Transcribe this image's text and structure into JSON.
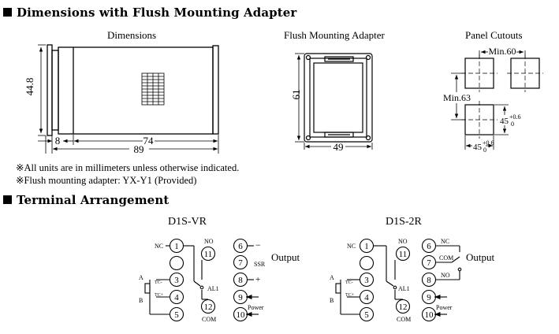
{
  "section1": {
    "title": "Dimensions with Flush Mounting Adapter"
  },
  "captions": {
    "dimensions": "Dimensions",
    "adapter": "Flush Mounting Adapter",
    "cutouts": "Panel Cutouts"
  },
  "dims": {
    "height": "44.8",
    "front": "8",
    "body": "74",
    "total": "89",
    "adapter_h": "61",
    "adapter_w": "49",
    "min_h": "Min.60",
    "min_v": "Min.63",
    "cut_v": "45",
    "cut_v_tol": "+0.6",
    "cut_v_tol0": "0",
    "cut_h": "45",
    "cut_h_tol": "+0.6",
    "cut_h_tol0": "0"
  },
  "notes": {
    "units": "※All units are in millimeters unless otherwise indicated.",
    "adapter": "※Flush mounting adapter: YX-Y1 (Provided)"
  },
  "section2": {
    "title": "Terminal Arrangement"
  },
  "terminals": {
    "left": {
      "title": "D1S-VR",
      "nc": "NC",
      "no": "NO",
      "al": "AL1",
      "com": "COM",
      "a": "A",
      "b": "B",
      "tcm": "TC-",
      "tcp": "TC+",
      "minus": "−",
      "ssr": "SSR",
      "plus": "+",
      "output": "Output",
      "power": "Power",
      "pins": [
        "1",
        "3",
        "4",
        "5",
        "11",
        "12",
        "6",
        "7",
        "8",
        "9",
        "10"
      ]
    },
    "right": {
      "title": "D1S-2R",
      "nc": "NC",
      "no": "NO",
      "al": "AL1",
      "com": "COM",
      "a": "A",
      "b": "B",
      "tcm": "TC-",
      "tcp": "TC+",
      "nc2": "NC",
      "com2": "COM",
      "no2": "NO",
      "output": "Output",
      "power": "Power",
      "pins": [
        "1",
        "3",
        "4",
        "5",
        "11",
        "12",
        "6",
        "7",
        "8",
        "9",
        "10"
      ]
    }
  }
}
